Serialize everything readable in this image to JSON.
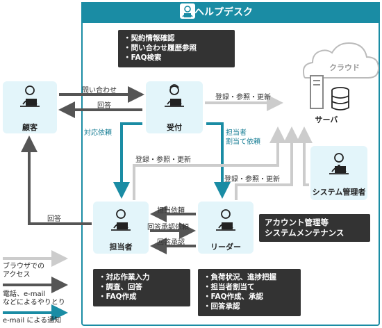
{
  "title": "ヘルプデスク",
  "colors": {
    "teal": "#1a8ca4",
    "dark_arrow": "#555555",
    "light_arrow": "#cccccc",
    "box_bg": "#e3f5fa",
    "note_bg": "#333333"
  },
  "nodes": {
    "customer": "顧客",
    "reception": "受付",
    "assignee": "担当者",
    "leader": "リーダー",
    "cloud": "クラウド",
    "server": "サーバ",
    "sysadmin": "システム管理者"
  },
  "notes": {
    "reception": [
      "・契約情報確認",
      "・問い合わせ履歴参照",
      "・FAQ検索"
    ],
    "assignee": [
      "・対応作業入力",
      "・調査、回答",
      "・FAQ作成"
    ],
    "leader": [
      "・負荷状況、進捗把握",
      "・担当者割当て",
      "・FAQ作成、承認",
      "・回答承認"
    ],
    "sysadmin": [
      "アカウント管理等",
      "システムメンテナンス"
    ]
  },
  "edges": {
    "inquiry": "問い合わせ",
    "answer_to_customer": "回答",
    "reception_assign": "対応依頼",
    "assign_leader_line1": "担当者",
    "assign_leader_line2": "割当て依頼",
    "register_reception": "登録・参照・更新",
    "register_assignee": "登録・参照・更新",
    "register_leader": "登録・参照・更新",
    "assignee_answer": "回答",
    "leader_to_assignee": "担当依頼",
    "assignee_to_leader": "回答承認依頼",
    "leader_approve": "回答承認"
  },
  "legend": {
    "browser": [
      "ブラウザでの",
      "アクセス"
    ],
    "phone": [
      "電話、e-mail",
      "などによるやりとり"
    ],
    "email": "e-mail による通知"
  }
}
